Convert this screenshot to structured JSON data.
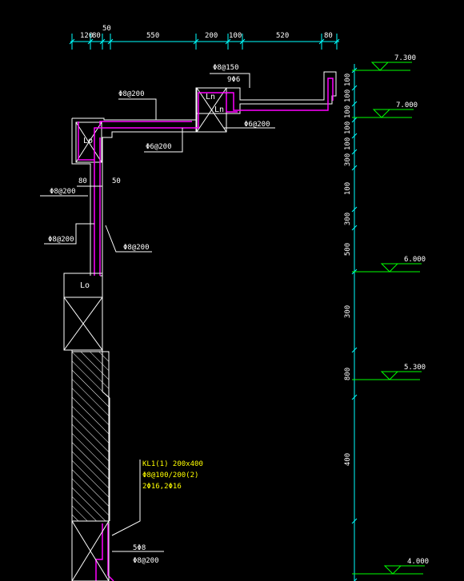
{
  "colors": {
    "background": "#000000",
    "outline": "#ffffff",
    "rebar": "#ff00ff",
    "dimension": "#00ffff",
    "elevation": "#00ff00",
    "beam_note": "#ffff00"
  },
  "top_dimensions": [
    "120",
    "80",
    "50",
    "550",
    "200",
    "100",
    "520",
    "80"
  ],
  "right_dimensions": [
    "100",
    "100",
    "100",
    "100",
    "100",
    "300",
    "100",
    "300",
    "500",
    "300",
    "800",
    "400"
  ],
  "elevations": [
    "7.300",
    "7.000",
    "6.000",
    "5.300",
    "4.000"
  ],
  "rebar_labels": {
    "top_stirrup": "Φ8@150",
    "top_bars": "9Φ6",
    "slab_top": "Φ8@200",
    "slab_dist1": "Φ6@200",
    "slab_dist2": "Φ6@200",
    "wall_dim_80": "80",
    "wall_dim_50": "50",
    "wall_left1": "Φ8@200",
    "wall_left2": "Φ8@200",
    "wall_right": "Φ8@200",
    "bottom_bars": "5Φ8",
    "bottom_stirrup": "Φ8@200"
  },
  "beam_note": [
    "KL1(1) 200x400",
    "Φ8@100/200(2)",
    "2Φ16,2Φ16"
  ],
  "anchor_labels": {
    "corner_left": "Lo",
    "corner_top": "Ln",
    "corner_top2": "Ln",
    "wall_mid": "Lo"
  }
}
